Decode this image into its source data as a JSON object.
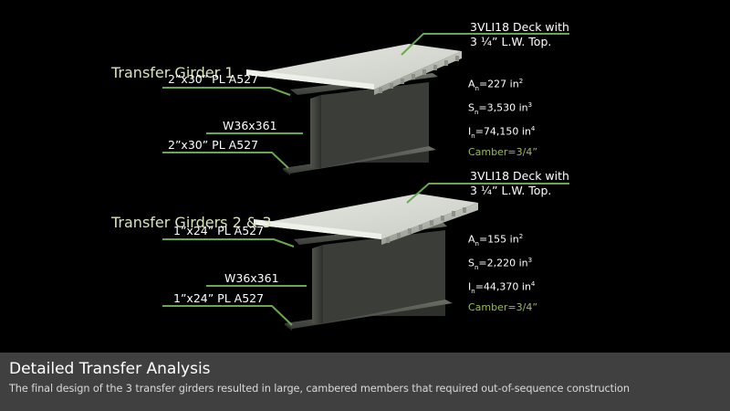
{
  "sections": [
    {
      "title": "Transfer Girder 1",
      "deck_line1": "3VLI18 Deck with",
      "deck_line2": "3 ¼” L.W. Top.",
      "top_plate": "2”x30” PL A527",
      "web": "W36x361",
      "bottom_plate": "2”x30” PL A527",
      "props": {
        "an": "=227 in",
        "an_sup": "2",
        "sn": "=3,530 in",
        "sn_sup": "3",
        "in": "=74,150 in",
        "in_sup": "4",
        "camber": "Camber=3/4”"
      }
    },
    {
      "title": "Transfer Girders 2 & 3",
      "deck_line1": "3VLI18 Deck with",
      "deck_line2": "3 ¼” L.W. Top.",
      "top_plate": "1”x24” PL A527",
      "web": "W36x361",
      "bottom_plate": "1”x24” PL A527",
      "props": {
        "an": "=155 in",
        "an_sup": "2",
        "sn": "=2,220 in",
        "sn_sup": "3",
        "in": "=44,370 in",
        "in_sup": "4",
        "camber": "Camber=3/4”"
      }
    }
  ],
  "symbols": {
    "a": "A",
    "s": "S",
    "i": "I",
    "sub": "n"
  },
  "caption": {
    "title": "Detailed Transfer Analysis",
    "text": "The final design of the 3 transfer girders resulted in large, cambered members that required out-of-sequence construction"
  },
  "colors": {
    "background": "#000000",
    "leader_green": "#6aa84f",
    "title_green": "#d8e4bc",
    "camber_green": "#9bbb59",
    "caption_bar": "#404040"
  }
}
